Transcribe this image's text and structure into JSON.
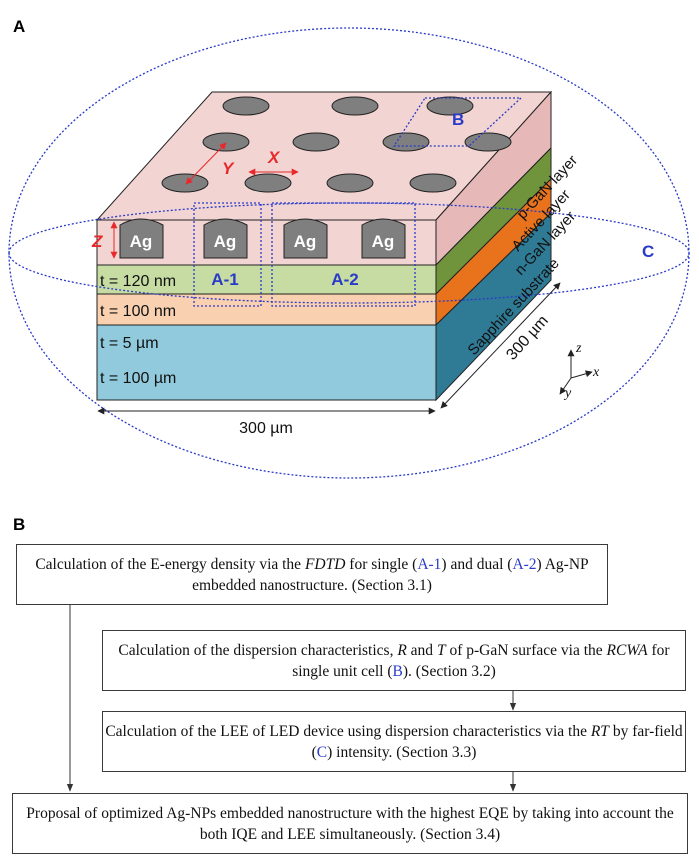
{
  "panel_a": {
    "label": "A",
    "layers": [
      {
        "name": "p-GaN layer",
        "thickness": "t = 120 nm",
        "color": "#f2d4d2",
        "side_color": "#e6b8b8"
      },
      {
        "name": "Active layer",
        "thickness": "t = 100 nm",
        "color": "#c6dca2",
        "side_color": "#70943c"
      },
      {
        "name": "n-GaN layer",
        "thickness": "t = 5 µm",
        "color": "#f9d0b0",
        "side_color": "#e8731c"
      },
      {
        "name": "Sapphire substrate",
        "thickness": "t = 100 µm",
        "color": "#90cadc",
        "side_color": "#2f7b96"
      }
    ],
    "np_label": "Ag",
    "labels": {
      "y": "Y",
      "x": "X",
      "z": "Z",
      "b": "B",
      "c": "C",
      "a1": "A-1",
      "a2": "A-2"
    },
    "dims": {
      "width": "300 µm",
      "depth": "300 µm"
    },
    "axes": {
      "z": "z",
      "x": "x",
      "y": "y"
    },
    "colors": {
      "accent_red": "#e8282a",
      "accent_blue": "#2a3bc8"
    }
  },
  "panel_b": {
    "label": "B",
    "box1": {
      "p1": "Calculation of the E-energy density via the ",
      "m1": "FDTD",
      "p2": " for single (",
      "m2": "A-1",
      "p3": ") and dual (",
      "m3": "A-2",
      "p4": ") Ag-NP embedded nanostructure. (Section 3.1)"
    },
    "box2": {
      "p1": "Calculation of the dispersion characteristics, ",
      "m1": "R",
      "p2": " and ",
      "m2": "T",
      "p3": " of p-GaN surface via the ",
      "m3": "RCWA",
      "p4": " for single unit cell (",
      "m4": "B",
      "p5": "). (Section 3.2)"
    },
    "box3": {
      "p1": "Calculation of the LEE of LED device using dispersion characteristics via the ",
      "m1": "RT",
      "p2": " by far-field (",
      "m2": "C",
      "p3": ") intensity. (Section 3.3)"
    },
    "box4": {
      "p1": "Proposal of optimized Ag-NPs embedded nanostructure with the highest EQE by taking into account the both IQE and LEE simultaneously. (Section 3.4)"
    }
  }
}
